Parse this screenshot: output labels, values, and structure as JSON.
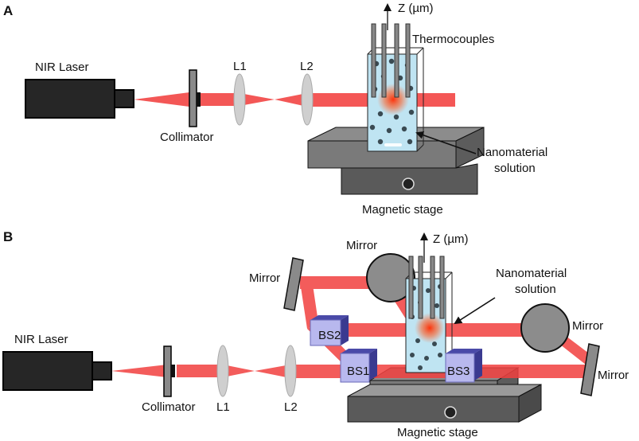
{
  "panel_a": {
    "letter": "A",
    "laser": "NIR Laser",
    "collimator": "Collimator",
    "lens1": "L1",
    "lens2": "L2",
    "axis": "Z (µm)",
    "thermocouples": "Thermocouples",
    "solution_line1": "Nanomaterial",
    "solution_line2": "solution",
    "stage": "Magnetic stage"
  },
  "panel_b": {
    "letter": "B",
    "laser": "NIR Laser",
    "collimator": "Collimator",
    "lens1": "L1",
    "lens2": "L2",
    "axis": "Z (µm)",
    "mirror_top_left": "Mirror",
    "mirror_top_center": "Mirror",
    "mirror_right_upper": "Mirror",
    "mirror_right_lower": "Mirror",
    "bs1": "BS1",
    "bs2": "BS2",
    "bs3": "BS3",
    "solution_line1": "Nanomaterial",
    "solution_line2": "solution",
    "stage": "Magnetic stage"
  },
  "colors": {
    "beam": "#f2403f",
    "liquid": "#bfe4f2",
    "stage_top": "#8c8c8c",
    "stage_side": "#5c5c5c",
    "lens": "#cfcfcf",
    "splitter": "#b8b8ee"
  }
}
